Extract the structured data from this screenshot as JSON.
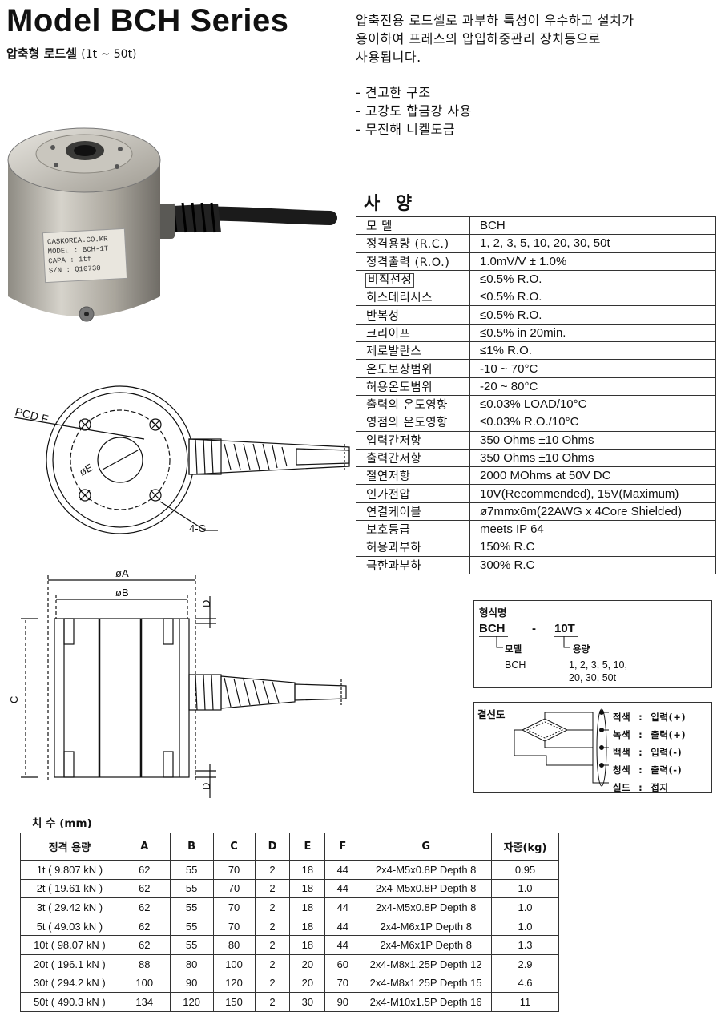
{
  "header": {
    "title": "Model BCH  Series",
    "subtitle_main": "압축형 로드셀",
    "subtitle_range": "(1t ~ 50t)"
  },
  "intro": {
    "lines": [
      "압축전용 로드셀로 과부하 특성이  우수하고 설치가",
      "용이하여 프레스의 압입하중관리 장치등으로",
      "사용됩니다."
    ],
    "features": [
      "- 견고한 구조",
      "- 고강도 합금강 사용",
      "- 무전해 니켈도금"
    ]
  },
  "photo": {
    "label_lines": [
      "CASKOREA.CO.KR",
      "MODEL : BCH-1T",
      "CAPA : 1tf",
      "S/N : Q10730"
    ]
  },
  "spec": {
    "heading": "사 양",
    "rows": [
      {
        "key": "모 델",
        "value": "BCH"
      },
      {
        "key": "정격용량 (R.C.)",
        "value": "1, 2, 3, 5, 10, 20, 30, 50t"
      },
      {
        "key": "정격출력 (R.O.)",
        "value": "1.0mV/V ± 1.0%"
      },
      {
        "key": "비직선성",
        "value": "≤0.5% R.O."
      },
      {
        "key": "히스테리시스",
        "value": "≤0.5% R.O."
      },
      {
        "key": "반복성",
        "value": "≤0.5% R.O."
      },
      {
        "key": "크리이프",
        "value": "≤0.5% in 20min."
      },
      {
        "key": "제로발란스",
        "value": "≤1% R.O."
      },
      {
        "key": "온도보상범위",
        "value": "-10 ~ 70°C"
      },
      {
        "key": "허용온도범위",
        "value": "-20 ~ 80°C"
      },
      {
        "key": "출력의 온도영향",
        "value": "≤0.03% LOAD/10°C"
      },
      {
        "key": "영점의 온도영향",
        "value": "≤0.03% R.O./10°C"
      },
      {
        "key": "입력간저항",
        "value": "350 Ohms ±10 Ohms"
      },
      {
        "key": "출력간저항",
        "value": "350 Ohms ±10 Ohms"
      },
      {
        "key": "절연저항",
        "value": "2000 MOhms at 50V DC"
      },
      {
        "key": "인가전압",
        "value": "10V(Recommended), 15V(Maximum)"
      },
      {
        "key": "연결케이블",
        "value": "ø7mmx6m(22AWG x 4Core Shielded)"
      },
      {
        "key": "보호등급",
        "value": "meets IP 64"
      },
      {
        "key": "허용과부하",
        "value": "150% R.C"
      },
      {
        "key": "극한과부하",
        "value": "300% R.C"
      }
    ]
  },
  "drawing_top": {
    "pcd_label": "PCD F",
    "e_label": "øE",
    "g_label": "4-G"
  },
  "drawing_side": {
    "a_label": "øA",
    "b_label": "øB",
    "c_label": "C",
    "d_label": "D"
  },
  "model_code": {
    "heading": "형식명",
    "code_model": "BCH",
    "dash": "-",
    "code_cap": "10T",
    "model_label": "모델",
    "cap_label": "용량",
    "model_value": "BCH",
    "cap_value_1": "1, 2, 3, 5, 10,",
    "cap_value_2": "20, 30, 50t"
  },
  "wiring": {
    "heading": "결선도",
    "rows": [
      {
        "color": "적색",
        "sep": ":",
        "signal": "입력(+)"
      },
      {
        "color": "녹색",
        "sep": ":",
        "signal": "출력(+)"
      },
      {
        "color": "백색",
        "sep": ":",
        "signal": "입력(-)"
      },
      {
        "color": "청색",
        "sep": ":",
        "signal": "출력(-)"
      },
      {
        "color": "실드",
        "sep": ":",
        "signal": "접지"
      }
    ]
  },
  "dimensions": {
    "heading": "치 수 (mm)",
    "columns": [
      "정격 용량",
      "A",
      "B",
      "C",
      "D",
      "E",
      "F",
      "G",
      "자중(kg)"
    ],
    "rows": [
      [
        "1t  ( 9.807 kN )",
        "62",
        "55",
        "70",
        "2",
        "18",
        "44",
        "2x4-M5x0.8P Depth 8",
        "0.95"
      ],
      [
        "2t  ( 19.61 kN )",
        "62",
        "55",
        "70",
        "2",
        "18",
        "44",
        "2x4-M5x0.8P Depth 8",
        "1.0"
      ],
      [
        "3t  ( 29.42 kN )",
        "62",
        "55",
        "70",
        "2",
        "18",
        "44",
        "2x4-M5x0.8P Depth 8",
        "1.0"
      ],
      [
        "5t  ( 49.03 kN )",
        "62",
        "55",
        "70",
        "2",
        "18",
        "44",
        "2x4-M6x1P Depth 8",
        "1.0"
      ],
      [
        "10t  ( 98.07 kN )",
        "62",
        "55",
        "80",
        "2",
        "18",
        "44",
        "2x4-M6x1P Depth 8",
        "1.3"
      ],
      [
        "20t  ( 196.1 kN )",
        "88",
        "80",
        "100",
        "2",
        "20",
        "60",
        "2x4-M8x1.25P Depth 12",
        "2.9"
      ],
      [
        "30t  ( 294.2 kN )",
        "100",
        "90",
        "120",
        "2",
        "20",
        "70",
        "2x4-M8x1.25P Depth 15",
        "4.6"
      ],
      [
        "50t  ( 490.3 kN )",
        "134",
        "120",
        "150",
        "2",
        "30",
        "90",
        "2x4-M10x1.5P Depth 16",
        "11"
      ]
    ]
  }
}
